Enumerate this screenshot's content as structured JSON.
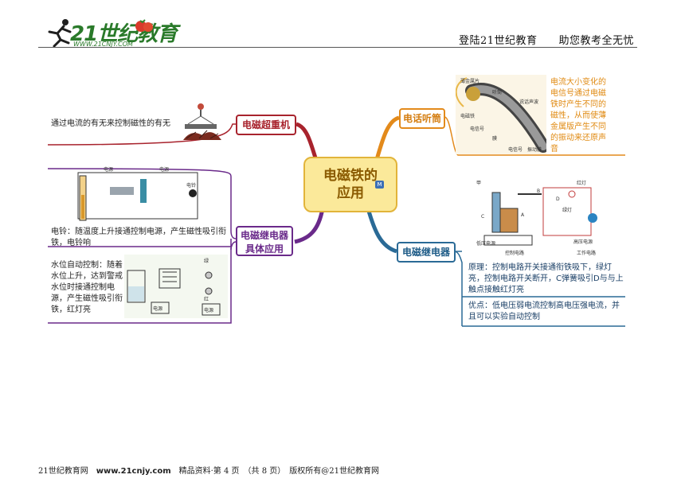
{
  "header": {
    "logo_text": "21世纪教育",
    "logo_url": "WWW.21CNJY.COM",
    "slogan": "登陆21世纪教育　　助您教考全无忧"
  },
  "mindmap": {
    "center": "电磁铁的\n应用",
    "center_badge": "M",
    "topics": {
      "crane": "电磁超重机",
      "phone": "电话听筒",
      "relay_apps": "电磁继电器\n具体应用",
      "relay": "电磁继电器"
    },
    "leaves": {
      "crane": "通过电流的有无来控制磁性的有无",
      "phone": "电流大小变化的电信号通过电磁铁时产生不同的磁性，从而使薄金属版产生不同的振动来还原声音",
      "bell": "电铃：随温度上升接通控制电源，产生磁性吸引衔铁，电铃响",
      "water": "水位自动控制：随着水位上升，达到警戒水位时接通控制电源，产生磁性吸引衔铁，红灯亮",
      "principle": "原理：控制电路开关接通衔铁吸下，绿灯亮，控制电路开关断开，C弹簧吸引D与与上触点接触红灯亮",
      "advantage": "优点：低电压弱电流控制高电压强电流，并且可以实验自动控制"
    },
    "figure_labels": {
      "phone": [
        "薄金属片",
        "听筒",
        "说话声波",
        "电磁铁",
        "电信号",
        "膜",
        "电信号",
        "振动膜"
      ],
      "bell": [
        "电源",
        "电源",
        "电铃"
      ],
      "water": [
        "绿",
        "红",
        "电源",
        "电源"
      ],
      "relay": [
        "甲",
        "B",
        "C",
        "A",
        "红灯",
        "D",
        "绿灯",
        "低压电源",
        "控制电路",
        "高压电源",
        "工作电路"
      ]
    }
  },
  "footer": {
    "text_left": "21世纪教育网　",
    "site": "www.21cnjy.com",
    "text_right": "　精品资料·第 4 页　（共 8 页）　版权所有@21世纪教育网"
  },
  "colors": {
    "crane": "#a8232d",
    "phone": "#e38a1b",
    "relay_apps": "#6a2a8a",
    "relay": "#2a6a96",
    "center_fill": "#fbe99a"
  }
}
